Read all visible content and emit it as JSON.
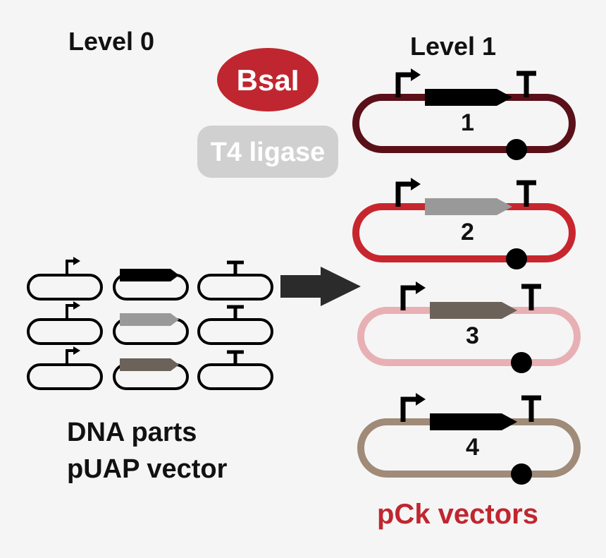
{
  "level0": {
    "title": "Level 0"
  },
  "level1": {
    "title": "Level 1"
  },
  "enzyme": {
    "label": "BsaI",
    "color": "#c0262f"
  },
  "ligase": {
    "label": "T4 ligase",
    "color": "#d0d0d0"
  },
  "parts_caption": {
    "line1": "DNA parts",
    "line2": "pUAP vector"
  },
  "vectors_caption": {
    "label": "pCk vectors",
    "color": "#c0262f"
  },
  "part_rows": [
    {
      "cds_color": "#000000"
    },
    {
      "cds_color": "#999999"
    },
    {
      "cds_color": "#6b625a"
    }
  ],
  "plasmids": [
    {
      "number": "1",
      "backbone_color": "#5a1018",
      "cds_color": "#000000"
    },
    {
      "number": "2",
      "backbone_color": "#c8262e",
      "cds_color": "#999999"
    },
    {
      "number": "3",
      "backbone_color": "#e8b0b4",
      "cds_color": "#6b625a"
    },
    {
      "number": "4",
      "backbone_color": "#a08a78",
      "cds_color": "#000000"
    }
  ],
  "arrow": {
    "color": "#2b2b2b"
  }
}
